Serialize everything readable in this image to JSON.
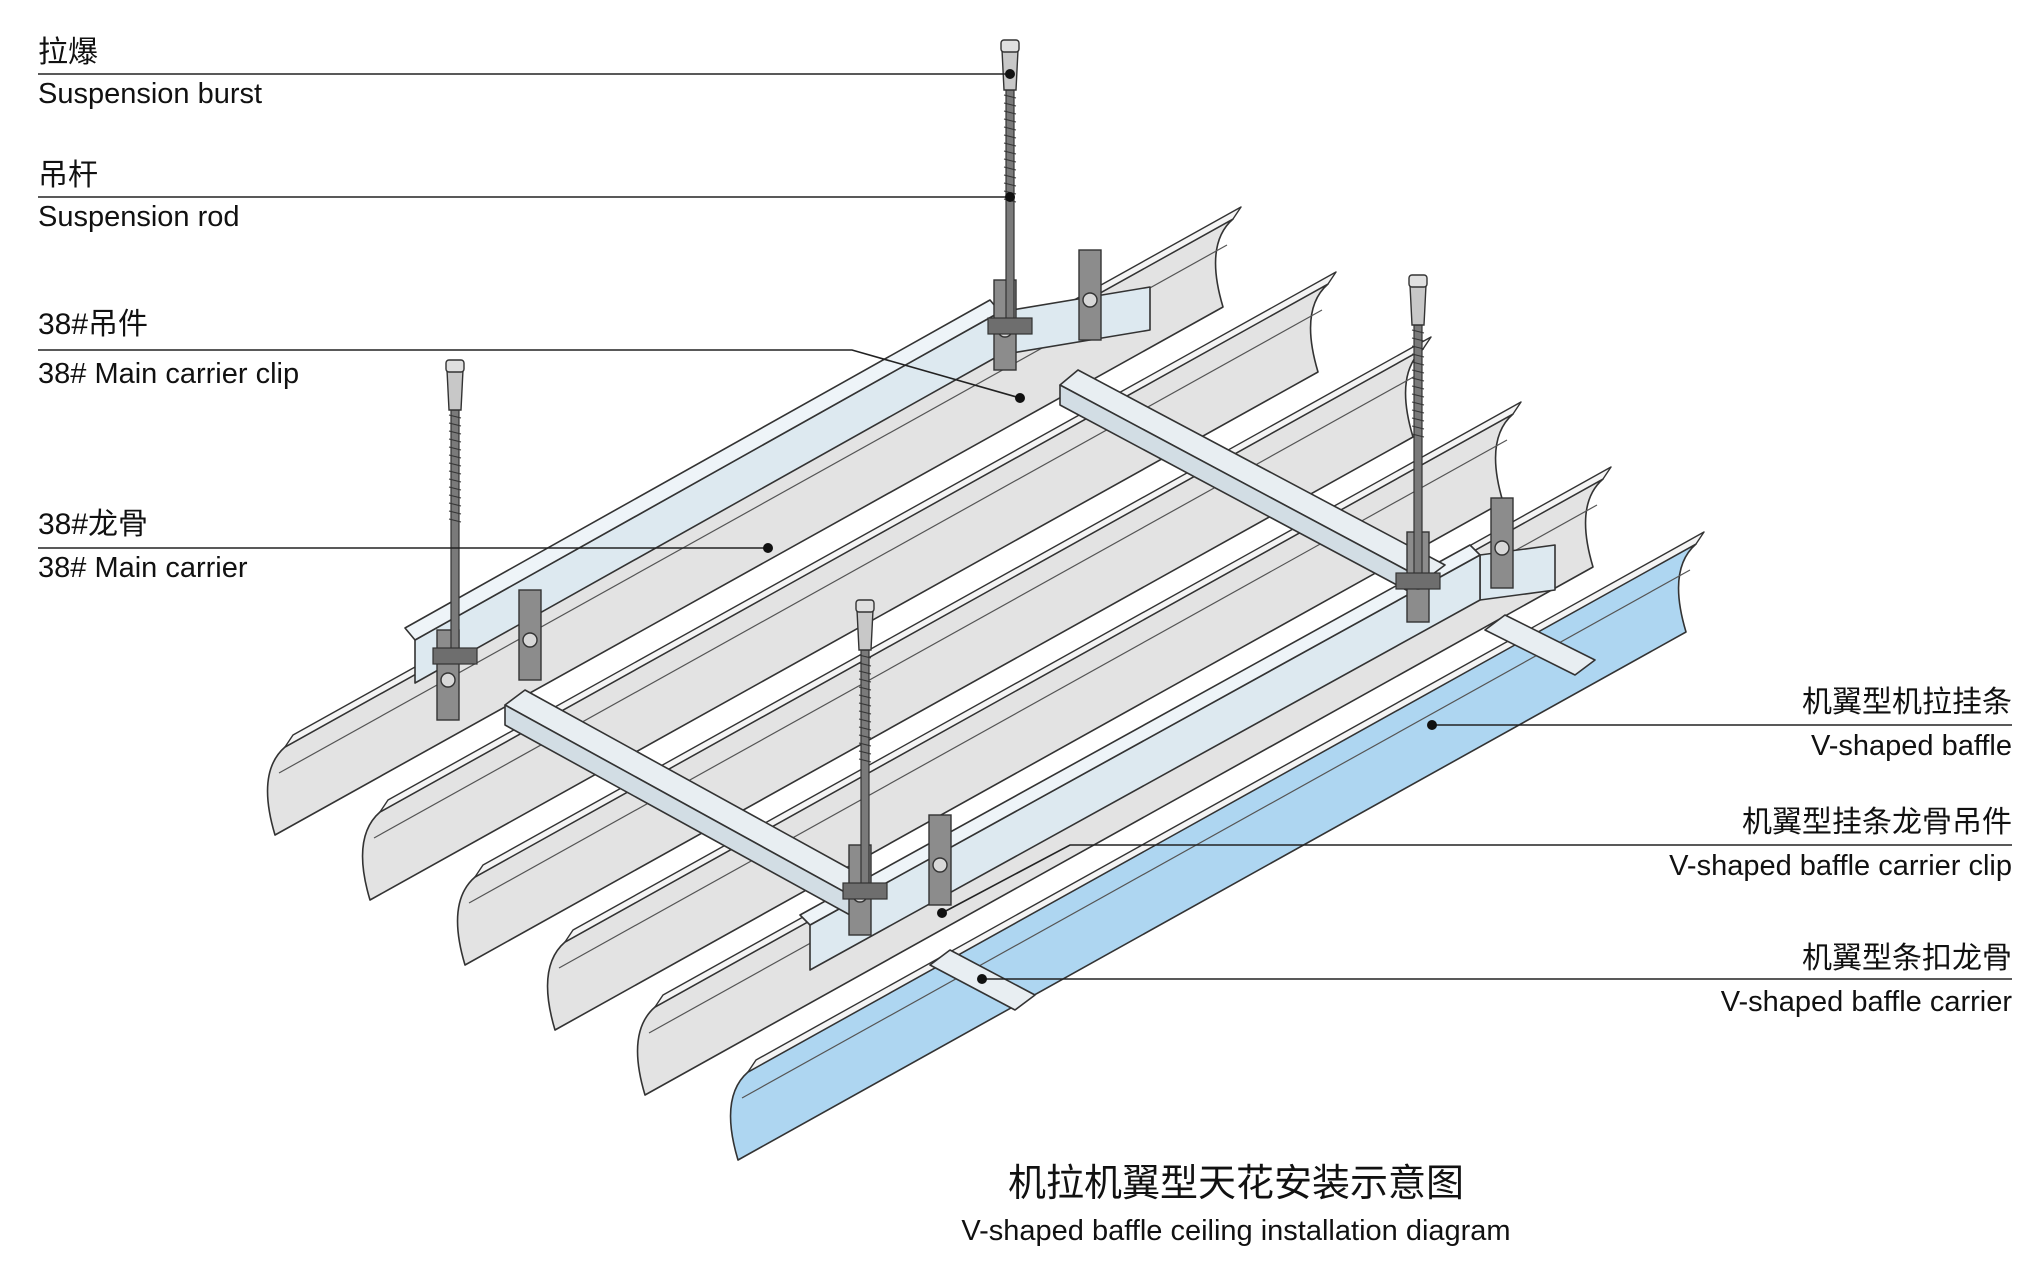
{
  "labels": {
    "suspension_burst": {
      "zh": "拉爆",
      "en": "Suspension burst"
    },
    "suspension_rod": {
      "zh": "吊杆",
      "en": "Suspension rod"
    },
    "main_carrier_clip": {
      "zh": "38#吊件",
      "en": "38# Main carrier clip"
    },
    "main_carrier": {
      "zh": "38#龙骨",
      "en": "38# Main carrier"
    },
    "v_baffle": {
      "zh": "机翼型机拉挂条",
      "en": "V-shaped baffle"
    },
    "v_baffle_clip": {
      "zh": "机翼型挂条龙骨吊件",
      "en": "V-shaped baffle carrier clip"
    },
    "v_baffle_carrier": {
      "zh": "机翼型条扣龙骨",
      "en": "V-shaped baffle carrier"
    }
  },
  "title": {
    "zh": "机拉机翼型天花安装示意图",
    "en": "V-shaped baffle ceiling installation diagram"
  },
  "colors": {
    "baffle_grey": "#e3e3e3",
    "baffle_highlight_blue": "#aed6f1",
    "carrier_blue": "#dde9f0",
    "clip_grey": "#8c8c8c",
    "rod_grey": "#7a7a7a",
    "leader_line": "#222222"
  }
}
